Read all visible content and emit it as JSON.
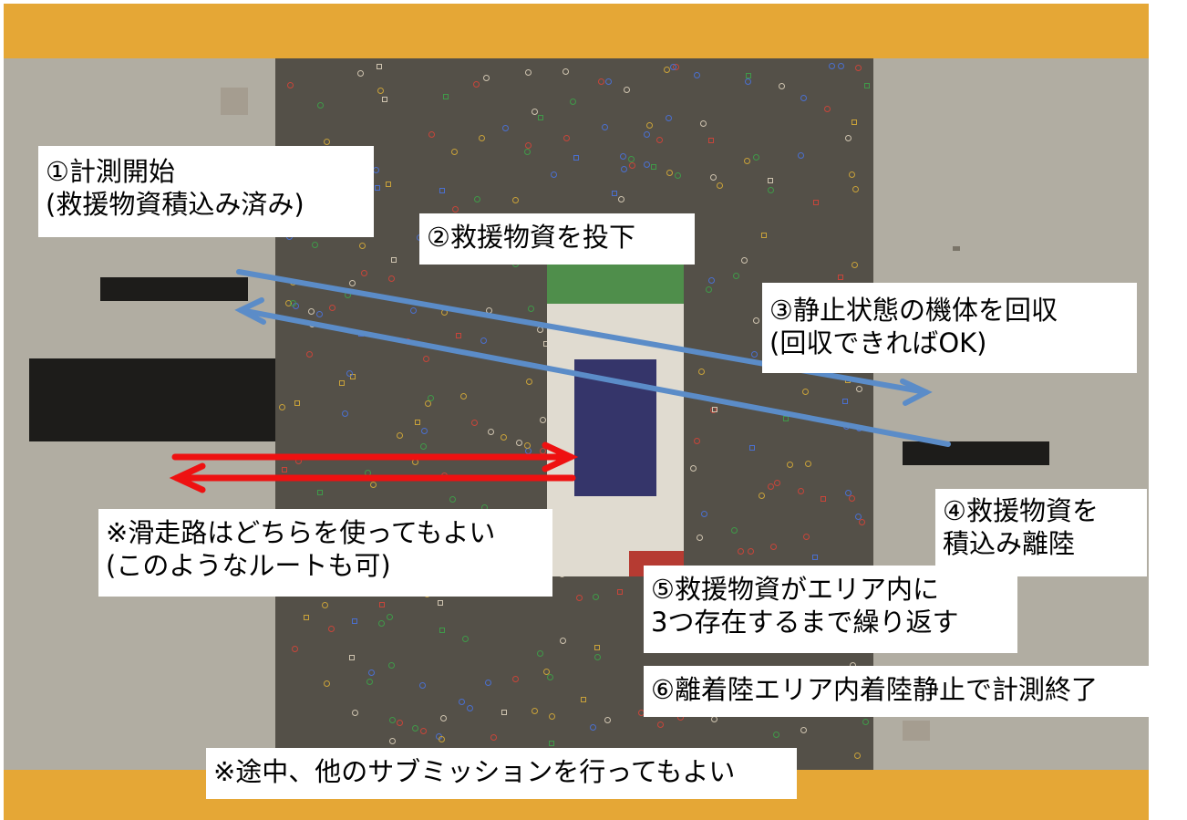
{
  "labels": {
    "start": [
      "①計測開始",
      "(救援物資積込み済み)"
    ],
    "drop": [
      "②救援物資を投下"
    ],
    "recover": [
      "③静止状態の機体を回収",
      "(回収できればOK)"
    ],
    "load": [
      "④救援物資を",
      "積込み離陸"
    ],
    "repeat": [
      "⑤救援物資がエリア内に",
      "3つ存在するまで繰り返す"
    ],
    "finish": [
      "⑥離着陸エリア内着陸静止で計測終了"
    ],
    "runway_note": [
      "※滑走路はどちらを使ってもよい",
      "(このようなルートも可)"
    ],
    "submission_note": [
      "※途中、他のサブミッションを行ってもよい"
    ]
  },
  "colors": {
    "band": "#e5a736",
    "ground": "#b1ada2",
    "field": "#545048",
    "drop_zone": "#e0dbd0",
    "green_zone": "#4f8e4b",
    "target": "#35356a",
    "red_marker": "#b63b32",
    "blue_arrow": "#5b8cc8",
    "red_arrow": "#ee1111",
    "runway": "#1d1c1a"
  }
}
